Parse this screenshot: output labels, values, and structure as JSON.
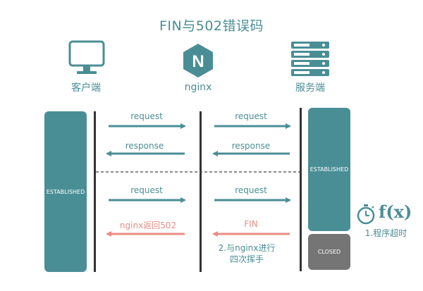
{
  "title": "FIN与502错误码",
  "columns": {
    "client": "客户端",
    "nginx": "nginx",
    "server": "服务端"
  },
  "icons": {
    "client": "monitor-icon",
    "nginx": "nginx-logo-icon",
    "server": "server-rack-icon",
    "timer": "stopwatch-icon",
    "function": "function-fx-icon"
  },
  "nginx_logo_letter": "N",
  "function_label": "f(x)",
  "states": {
    "client_established": "ESTABLISHED",
    "server_established": "ESTABLISHED",
    "server_closed": "CLOSED"
  },
  "messages": {
    "req1_left": "request",
    "req1_right": "request",
    "resp_left": "response",
    "resp_right": "response",
    "req2_left": "request",
    "req2_right": "request",
    "fin": "FIN",
    "nginx_502": "nginx返回502"
  },
  "notes": {
    "timeout": "1.程序超时",
    "handshake_line1": "2.与nginx进行",
    "handshake_line2": "四次挥手"
  },
  "colors": {
    "teal": "#4a8e95",
    "salmon": "#ea8c84",
    "gray": "#757575"
  }
}
